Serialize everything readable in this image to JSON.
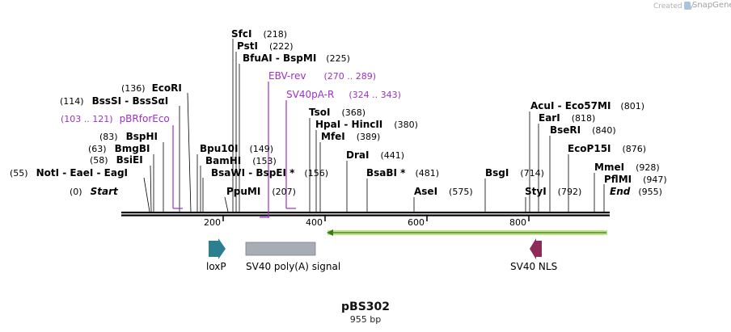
{
  "credit": {
    "label": "Created by",
    "brand": "SnapGene"
  },
  "plasmid": {
    "name": "pBS302",
    "length": "955 bp"
  },
  "colors": {
    "backbone": "#000000",
    "primer": "#9b30c8",
    "loxp": "#2b7f8e",
    "polyA": "#a7adb4",
    "nls": "#8c2a5a",
    "orf_fill": "#bfe28a",
    "orf_line": "#3c7a10",
    "text": "#000000"
  },
  "ruler": {
    "ticks": [
      200,
      400,
      600,
      800
    ]
  },
  "enzymes": [
    {
      "name": "SfcI",
      "pos": "(218)",
      "star": false
    },
    {
      "name": "PstI",
      "pos": "(222)",
      "star": false
    },
    {
      "name": "BfuAI  -  BspMI",
      "pos": "(225)",
      "star": false
    },
    {
      "name": "EcoRI",
      "pos": "(136)",
      "star": false
    },
    {
      "name": "BssSI  -  BssSαI",
      "pos": "(114)",
      "star": false
    },
    {
      "name": "BspHI",
      "pos": "(83)",
      "star": false
    },
    {
      "name": "BmgBI",
      "pos": "(63)",
      "star": false
    },
    {
      "name": "BsiEI",
      "pos": "(58)",
      "star": false
    },
    {
      "name": "NotI  -  EaeI  -  EagI",
      "pos": "(55)",
      "star": false
    },
    {
      "name": "Start",
      "pos": "(0)",
      "star": false
    },
    {
      "name": "Bpu10I",
      "pos": "(149)",
      "star": false
    },
    {
      "name": "BamHI",
      "pos": "(153)",
      "star": false
    },
    {
      "name": "BsaWI  -  BspEI",
      "pos": "(156)",
      "star": true
    },
    {
      "name": "PpuMI",
      "pos": "(207)",
      "star": false
    },
    {
      "name": "TsoI",
      "pos": "(368)",
      "star": false
    },
    {
      "name": "HpaI  -  HincII",
      "pos": "(380)",
      "star": false
    },
    {
      "name": "MfeI",
      "pos": "(389)",
      "star": false
    },
    {
      "name": "DraI",
      "pos": "(441)",
      "star": false
    },
    {
      "name": "BsaBI",
      "pos": "(481)",
      "star": true
    },
    {
      "name": "AseI",
      "pos": "(575)",
      "star": false
    },
    {
      "name": "BsgI",
      "pos": "(714)",
      "star": false
    },
    {
      "name": "StyI",
      "pos": "(792)",
      "star": false
    },
    {
      "name": "AcuI  -  Eco57MI",
      "pos": "(801)",
      "star": false
    },
    {
      "name": "EarI",
      "pos": "(818)",
      "star": false
    },
    {
      "name": "BseRI",
      "pos": "(840)",
      "star": false
    },
    {
      "name": "EcoP15I",
      "pos": "(876)",
      "star": false
    },
    {
      "name": "MmeI",
      "pos": "(928)",
      "star": false
    },
    {
      "name": "PflMI",
      "pos": "(947)",
      "star": false
    },
    {
      "name": "End",
      "pos": "(955)",
      "star": false
    }
  ],
  "primers": [
    {
      "name": "EBV-rev",
      "range": "(270 .. 289)"
    },
    {
      "name": "SV40pA-R",
      "range": "(324 .. 343)"
    },
    {
      "name": "pBRforEco",
      "range": "(103 .. 121)"
    }
  ],
  "features": [
    {
      "name": "loxP",
      "type": "arrow-right"
    },
    {
      "name": "SV40 poly(A) signal",
      "type": "box"
    },
    {
      "name": "SV40 NLS",
      "type": "arrow-left"
    },
    {
      "name": "",
      "type": "orf-left"
    }
  ]
}
